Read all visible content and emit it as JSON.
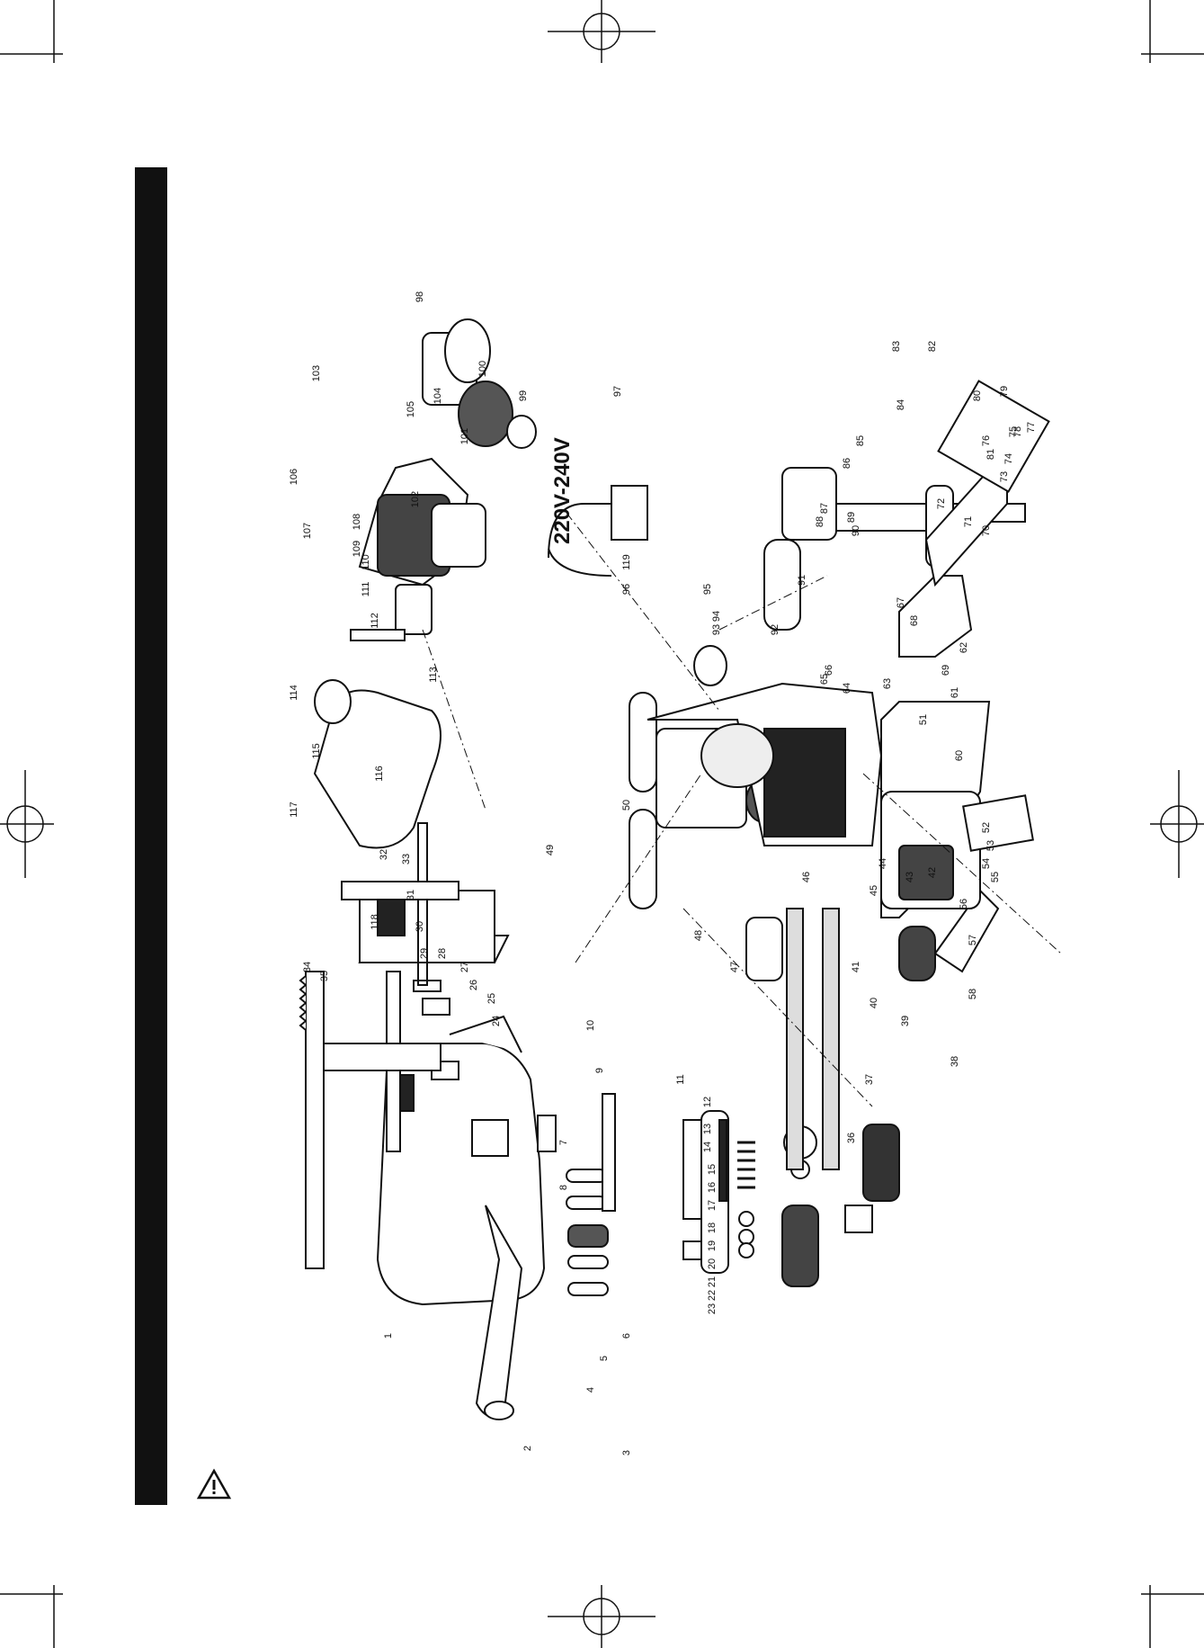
{
  "voltage_label": "220V-240V",
  "part_numbers": [
    "1",
    "2",
    "3",
    "4",
    "5",
    "6",
    "7",
    "8",
    "9",
    "10",
    "11",
    "12",
    "13",
    "14",
    "15",
    "16",
    "17",
    "18",
    "19",
    "20",
    "21",
    "22",
    "23",
    "24",
    "25",
    "26",
    "27",
    "28",
    "29",
    "30",
    "31",
    "32",
    "33",
    "34",
    "35",
    "36",
    "37",
    "38",
    "39",
    "40",
    "41",
    "42",
    "43",
    "44",
    "45",
    "46",
    "47",
    "48",
    "49",
    "50",
    "51",
    "52",
    "53",
    "54",
    "55",
    "56",
    "57",
    "58",
    "60",
    "61",
    "62",
    "63",
    "64",
    "65",
    "66",
    "67",
    "68",
    "69",
    "70",
    "71",
    "72",
    "73",
    "74",
    "75",
    "76",
    "77",
    "78",
    "79",
    "80",
    "81",
    "82",
    "83",
    "84",
    "85",
    "86",
    "87",
    "88",
    "89",
    "90",
    "91",
    "92",
    "93",
    "94",
    "95",
    "96",
    "97",
    "98",
    "99",
    "100",
    "101",
    "102",
    "103",
    "104",
    "105",
    "106",
    "107",
    "108",
    "109",
    "110",
    "111",
    "112",
    "113",
    "114",
    "115",
    "116",
    "117",
    "118",
    "119"
  ],
  "icons": {
    "warning": "warning-triangle-icon"
  },
  "colors": {
    "ink": "#111111",
    "paper": "#ffffff",
    "bar": "#111111"
  }
}
